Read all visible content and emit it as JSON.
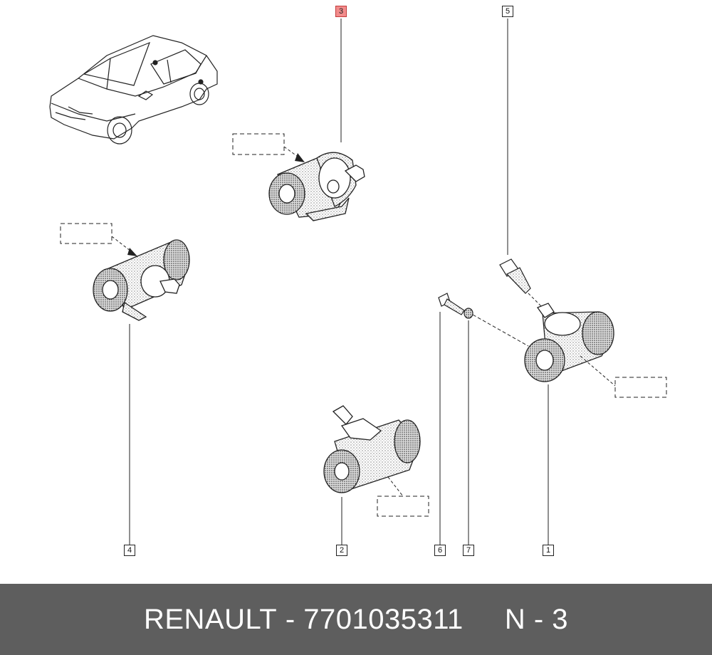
{
  "diagram": {
    "callouts": [
      {
        "id": "1",
        "label": "1"
      },
      {
        "id": "2",
        "label": "2"
      },
      {
        "id": "3",
        "label": "3",
        "highlighted": true
      },
      {
        "id": "4",
        "label": "4"
      },
      {
        "id": "5",
        "label": "5"
      },
      {
        "id": "6",
        "label": "6"
      },
      {
        "id": "7",
        "label": "7"
      }
    ],
    "highlight_color": "#f28b8b"
  },
  "footer": {
    "brand": "RENAULT",
    "separator": " - ",
    "part_number": "7701035311",
    "gap": "     ",
    "ref": "N - 3",
    "background": "#5e5e5e"
  }
}
